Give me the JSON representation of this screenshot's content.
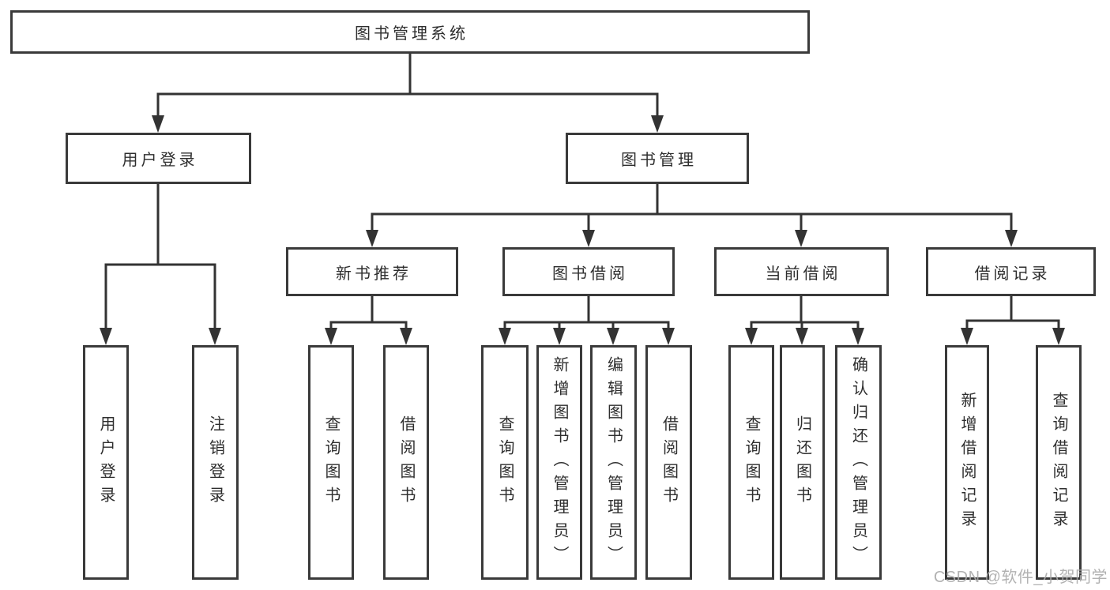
{
  "diagram": {
    "root": {
      "label": "图书管理系统"
    },
    "branches": [
      {
        "label": "用户登录",
        "children": [
          {
            "label": "用户登录"
          },
          {
            "label": "注销登录"
          }
        ]
      },
      {
        "label": "图书管理",
        "children": [
          {
            "label": "新书推荐",
            "children": [
              {
                "label": "查询图书"
              },
              {
                "label": "借阅图书"
              }
            ]
          },
          {
            "label": "图书借阅",
            "children": [
              {
                "label": "查询图书"
              },
              {
                "label": "新增图书（管理员）"
              },
              {
                "label": "编辑图书（管理员）"
              },
              {
                "label": "借阅图书"
              }
            ]
          },
          {
            "label": "当前借阅",
            "children": [
              {
                "label": "查询图书"
              },
              {
                "label": "归还图书"
              },
              {
                "label": "确认归还（管理员）"
              }
            ]
          },
          {
            "label": "借阅记录",
            "children": [
              {
                "label": "新增借阅记录"
              },
              {
                "label": "查询借阅记录"
              }
            ]
          }
        ]
      }
    ]
  },
  "watermark": {
    "text": "CSDN @软件_小贺同学"
  },
  "colors": {
    "line": "#333333",
    "box_border": "#3a3a3a",
    "text": "#2e2e2e",
    "watermark": "#aaaaaa",
    "background": "#ffffff"
  }
}
